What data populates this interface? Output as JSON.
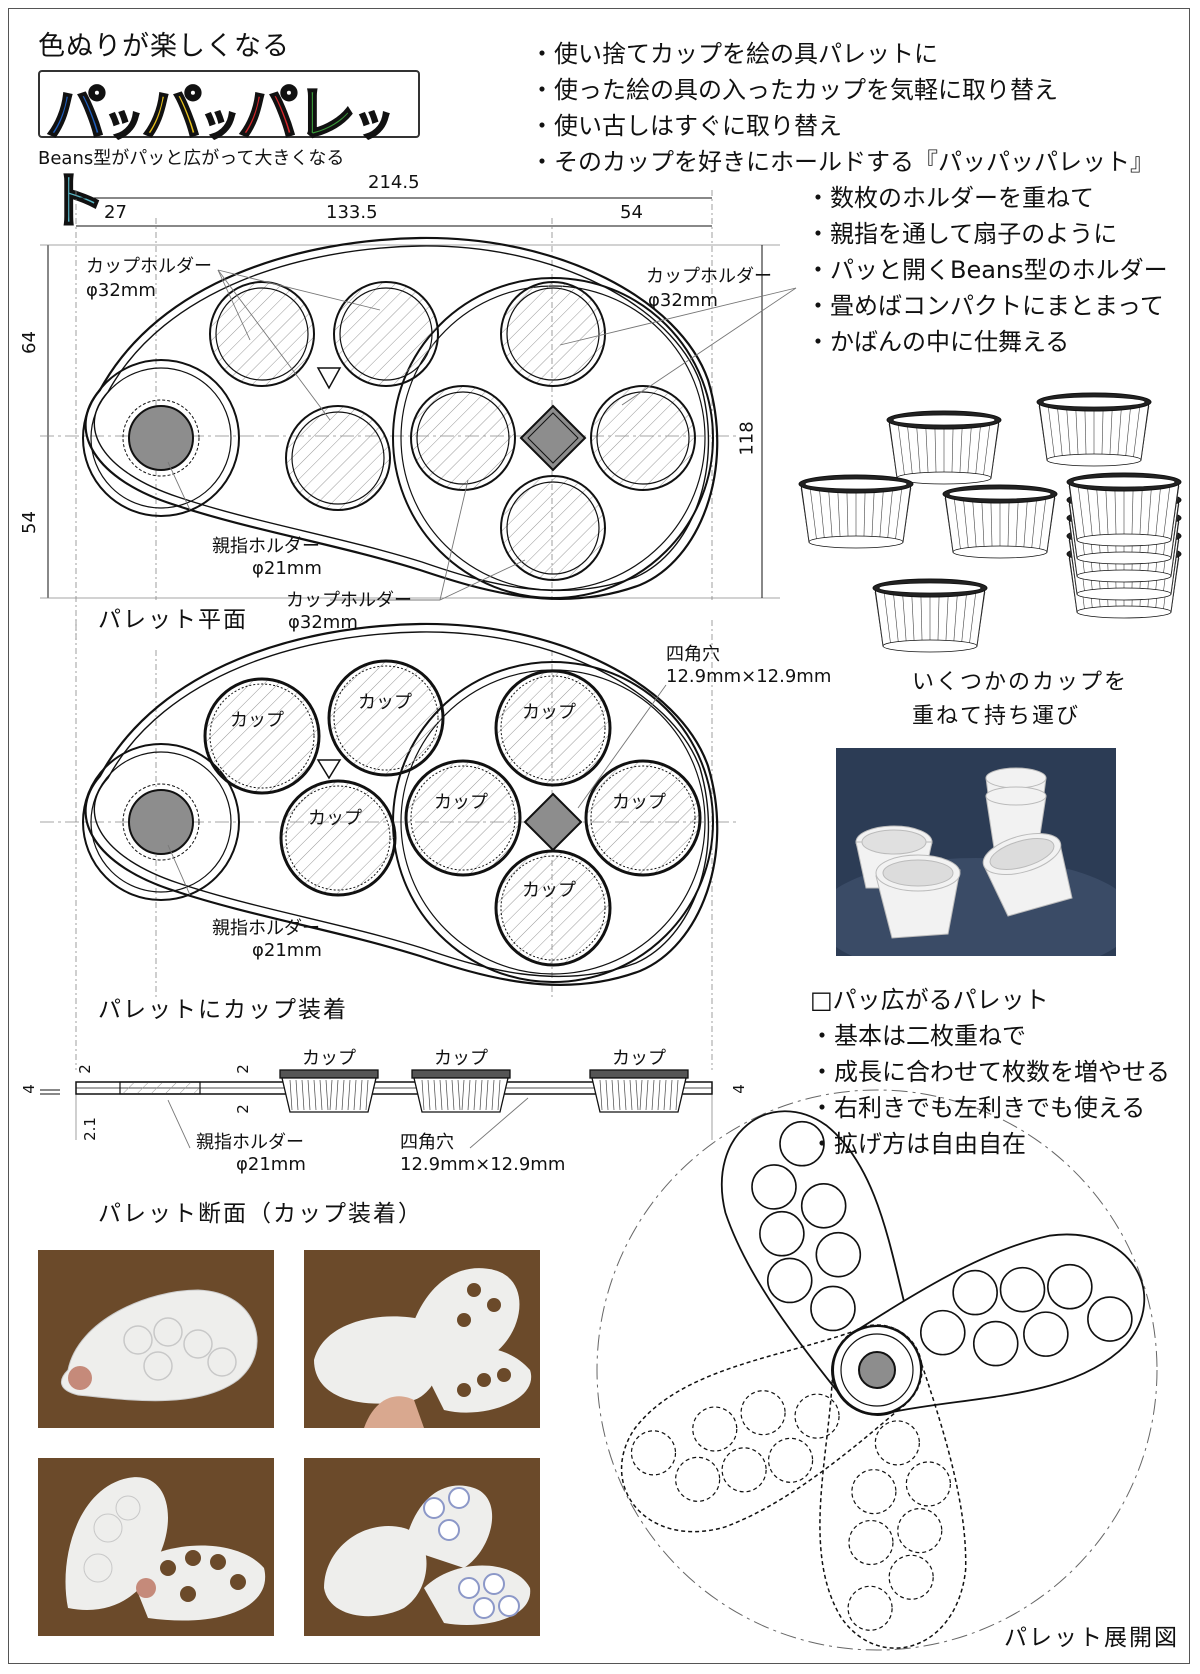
{
  "header": {
    "tagline": "色ぬりが楽しくなる",
    "logo_chars": [
      "パ",
      "ッ",
      "パ",
      "ッ",
      "パ",
      "レ",
      "ッ",
      "ト"
    ],
    "logo_colors": [
      "#1f5fbf",
      "#4aa0e0",
      "#e8c21c",
      "#e87a18",
      "#d6262b",
      "#3a9a3a",
      "#1c2f9b",
      "#5ab9c8"
    ],
    "subtitle": "Beans型がパッと広がって大きくなる"
  },
  "features": [
    "・使い捨てカップを絵の具パレットに",
    "・使った絵の具の入ったカップを気軽に取り替え",
    "・使い古しはすぐに取り替え",
    "・そのカップを好きにホールドする『パッパッパレット』"
  ],
  "holder_features": [
    "・数枚のホルダーを重ねて",
    "・親指を通して扇子のように",
    "・パッと開くBeans型のホルダー",
    "・畳めばコンパクトにまとまって",
    "・かばんの中に仕舞える"
  ],
  "plan": {
    "dim_total": "214.5",
    "dim_parts": [
      "27",
      "133.5",
      "54"
    ],
    "dim_left_top": "64",
    "dim_left_bottom": "54",
    "dim_right": "118",
    "label_holder_tl": "カップホルダー",
    "label_holder_tl_size": "φ32mm",
    "label_holder_tr": "カップホルダー",
    "label_holder_tr_size": "φ32mm",
    "label_thumb": "親指ホルダー",
    "label_thumb_size": "φ21mm",
    "label_holder_b": "カップホルダー",
    "label_holder_b_size": "φ32mm",
    "caption": "パレット平面"
  },
  "mounted": {
    "square_label": "四角穴",
    "square_size": "12.9mm×12.9mm",
    "cup_label": "カップ",
    "thumb_label": "親指ホルダー",
    "thumb_size": "φ21mm",
    "caption": "パレットにカップ装着"
  },
  "cups_note": [
    "いくつかのカップを",
    "重ねて持ち運び"
  ],
  "section": {
    "cup_label": "カップ",
    "dims": [
      "4",
      "2",
      "2",
      "2",
      "2.1",
      "4"
    ],
    "thumb_label": "親指ホルダー",
    "thumb_size": "φ21mm",
    "square_label": "四角穴",
    "square_size": "12.9mm×12.9mm",
    "caption": "パレット断面（カップ装着）"
  },
  "expand_features": {
    "title": "□パッ広がるパレット",
    "items": [
      "・基本は二枚重ねで",
      "・成長に合わせて枚数を増やせる",
      "・右利きでも左利きでも使える",
      "・拡げ方は自由自在"
    ]
  },
  "expansion_caption": "パレット展開図"
}
